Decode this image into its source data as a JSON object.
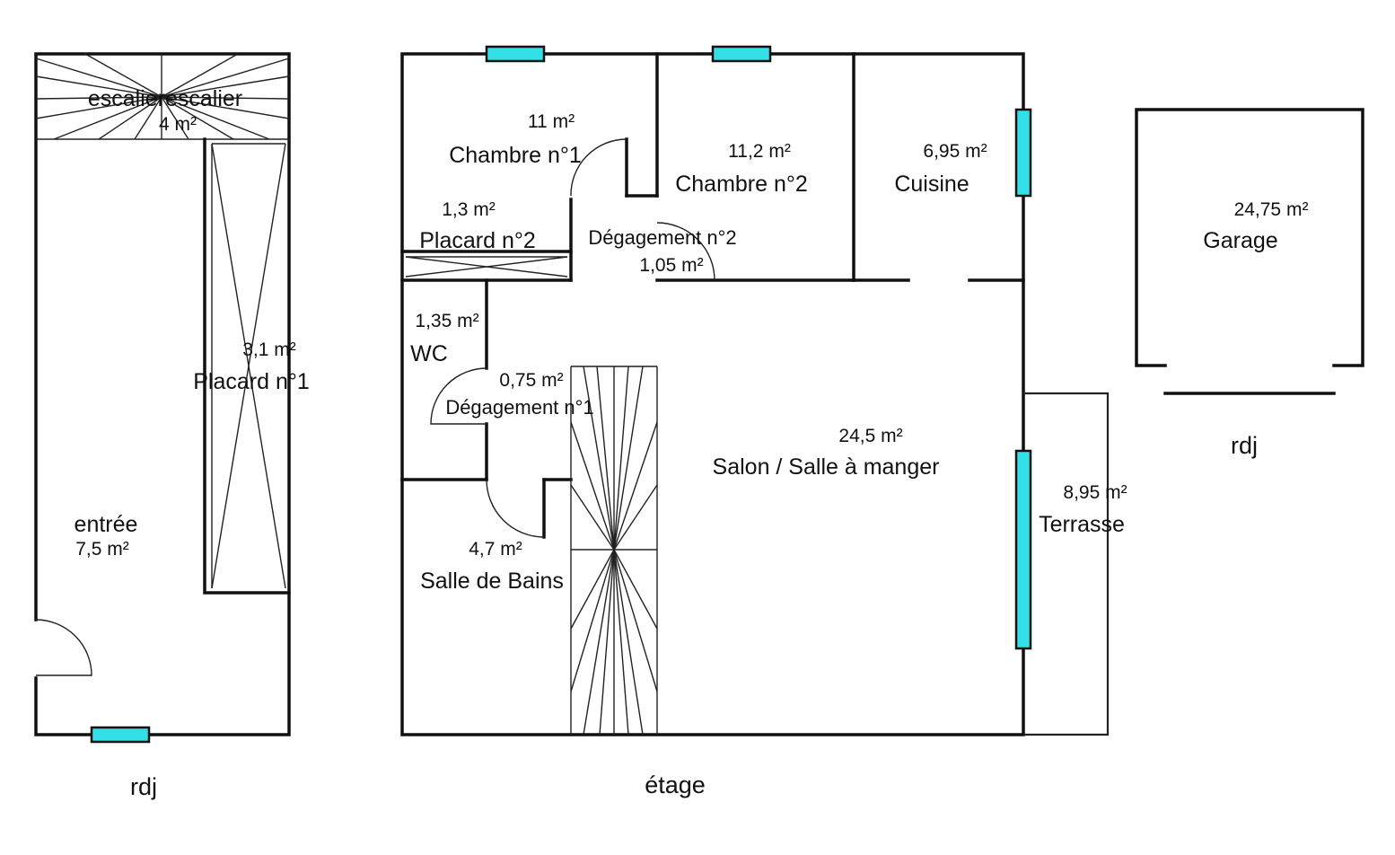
{
  "plans": {
    "left_caption": "rdj",
    "middle_caption": "étage",
    "right_caption": "rdj"
  },
  "rooms": {
    "escalier": {
      "name": "escalierescalier",
      "area": "4  m²"
    },
    "placard1": {
      "name": "Placard n°1",
      "area": "3,1  m²"
    },
    "entree": {
      "name": "entrée",
      "area": "7,5  m²"
    },
    "chambre1": {
      "name": "Chambre n°1",
      "area": "11  m²"
    },
    "chambre2": {
      "name": "Chambre n°2",
      "area": "11,2  m²"
    },
    "cuisine": {
      "name": "Cuisine",
      "area": "6,95  m²"
    },
    "placard2": {
      "name": "Placard n°2",
      "area": "1,3  m²"
    },
    "degagement2": {
      "name": "Dégagement n°2",
      "area": "1,05  m²"
    },
    "wc": {
      "name": "WC",
      "area": "1,35  m²"
    },
    "degagement1": {
      "name": "Dégagement n°1",
      "area": "0,75  m²"
    },
    "salon": {
      "name": "Salon / Salle à manger",
      "area": "24,5  m²"
    },
    "salle_de_bains": {
      "name": "Salle de Bains",
      "area": "4,7  m²"
    },
    "terrasse": {
      "name": "Terrasse",
      "area": "8,95  m²"
    },
    "garage": {
      "name": "Garage",
      "area": "24,75  m²"
    }
  },
  "colors": {
    "wall": "#111111",
    "window": "#33e0e8",
    "background": "#ffffff"
  }
}
